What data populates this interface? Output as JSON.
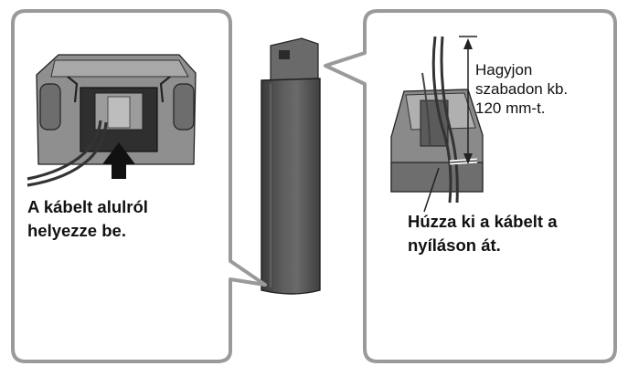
{
  "captions": {
    "left_instruction": [
      "A kábelt alulról",
      "helyezze be."
    ],
    "right_instruction": [
      "Húzza ki a kábelt a",
      "nyíláson át."
    ],
    "slack_note": [
      "Hagyjon",
      "szabadon kb.",
      "120 mm-t."
    ]
  },
  "colors": {
    "frame": "#9a9a9a",
    "speaker_body": "#4b4b4b",
    "speaker_top": "#5a5a5a",
    "part_grey": "#888888",
    "outline": "#222222"
  },
  "icons": [
    "up-arrow-icon",
    "dimension-arrow-icon"
  ]
}
